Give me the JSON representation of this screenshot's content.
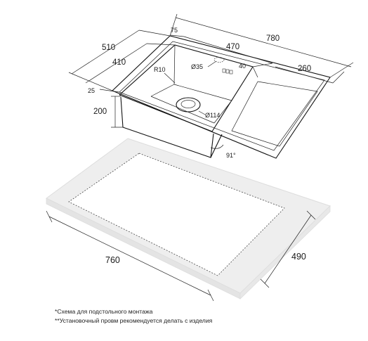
{
  "dimensions": {
    "sink_width_top": "780",
    "sink_depth": "510",
    "bowl_length": "470",
    "bowl_depth": "410",
    "drainboard_length": "260",
    "edge_offset": "75",
    "flange": "25",
    "bowl_height": "200",
    "corner_radius": "R10",
    "faucet_hole": "Ø35",
    "faucet_offset": "40",
    "drain_diameter": "Ø114",
    "angle": "91°",
    "cutout_length": "760",
    "cutout_depth": "490"
  },
  "notes": {
    "note1": "*Схема для подстольного монтажа",
    "note2": "**Установочный провм рекомендуется делать с изделия"
  },
  "colors": {
    "line": "#111111",
    "countertop_fill": "#eeeeee",
    "countertop_edge": "#dddddd"
  }
}
